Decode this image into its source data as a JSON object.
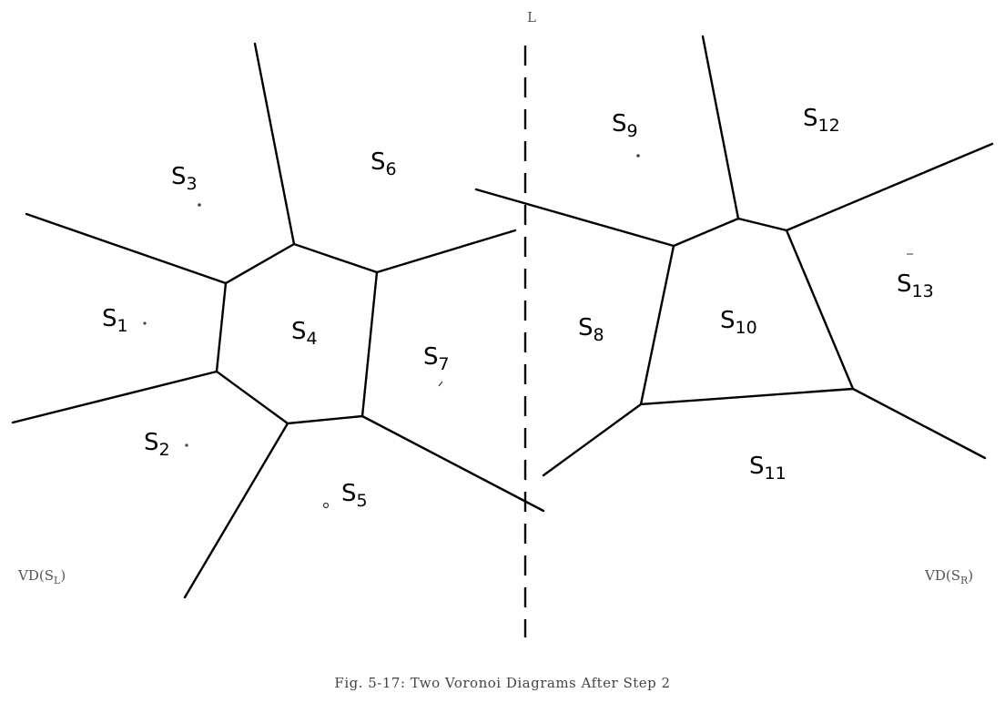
{
  "divider_label": "L",
  "left_diagram_label": {
    "base": "VD(S",
    "sub": "L",
    "close": ")"
  },
  "right_diagram_label": {
    "base": "VD(S",
    "sub": "R",
    "close": ")"
  },
  "caption": "Fig. 5-17: Two Voronoi Diagrams After Step 2",
  "sites": [
    {
      "id": "s1",
      "letter": "S",
      "index": "1"
    },
    {
      "id": "s2",
      "letter": "S",
      "index": "2"
    },
    {
      "id": "s3",
      "letter": "S",
      "index": "3"
    },
    {
      "id": "s4",
      "letter": "S",
      "index": "4"
    },
    {
      "id": "s5",
      "letter": "S",
      "index": "5"
    },
    {
      "id": "s6",
      "letter": "S",
      "index": "6"
    },
    {
      "id": "s7",
      "letter": "S",
      "index": "7"
    },
    {
      "id": "s8",
      "letter": "S",
      "index": "8"
    },
    {
      "id": "s9",
      "letter": "S",
      "index": "9"
    },
    {
      "id": "s10",
      "letter": "S",
      "index": "10"
    },
    {
      "id": "s11",
      "letter": "S",
      "index": "11"
    },
    {
      "id": "s12",
      "letter": "S",
      "index": "12"
    },
    {
      "id": "s13",
      "letter": "S",
      "index": "13"
    }
  ]
}
